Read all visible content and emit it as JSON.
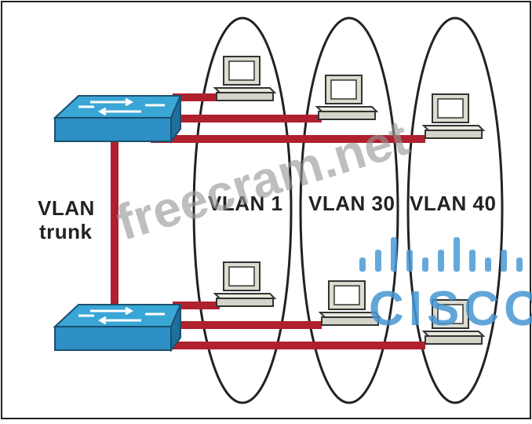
{
  "diagram": {
    "trunk_label_line1": "VLAN",
    "trunk_label_line2": "trunk",
    "vlans": [
      {
        "label": "VLAN 1"
      },
      {
        "label": "VLAN 30"
      },
      {
        "label": "VLAN 40"
      }
    ]
  },
  "watermark": {
    "text": "freecram.net",
    "logo_text": "CISCO"
  },
  "colors": {
    "link": "#b0202e",
    "switch_top": "#39a6d6",
    "switch_side": "#1f6f9c",
    "logo": "#4a9ad6"
  },
  "icons": [
    "switch-icon",
    "pc-icon"
  ]
}
